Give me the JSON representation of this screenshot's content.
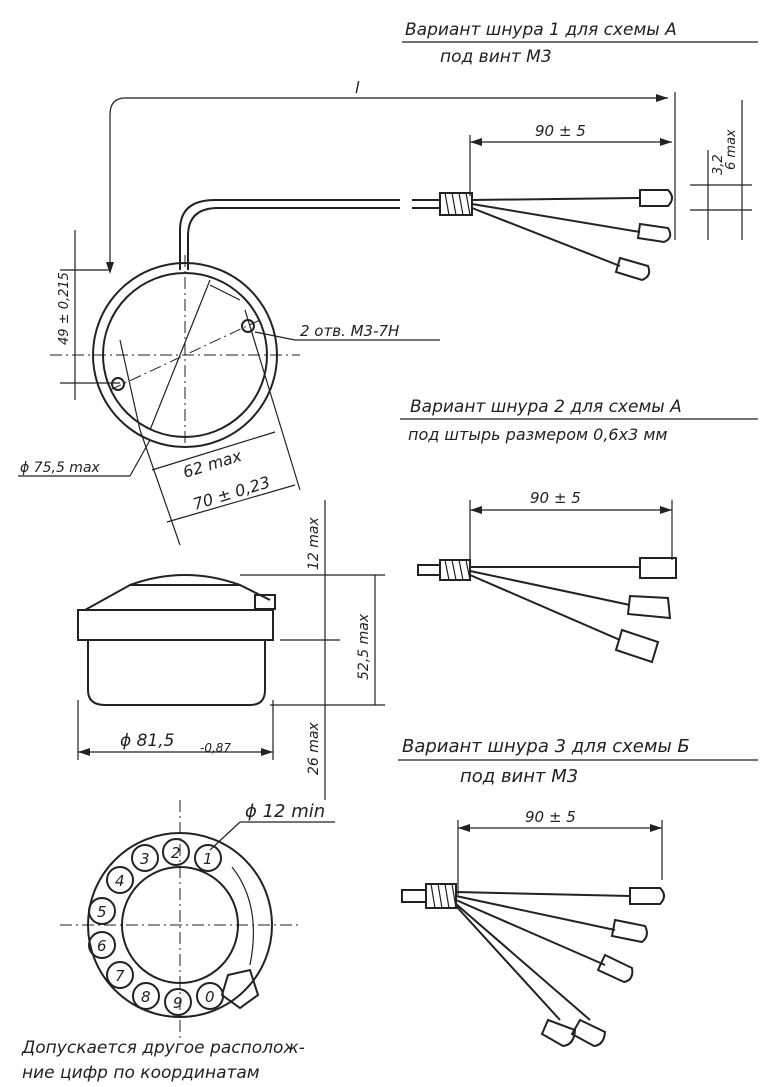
{
  "variant1": {
    "title_line1": "Вариант шнура 1 для схемы А",
    "title_line2": "под винт М3",
    "length_label": "l",
    "dim_length": "90 ± 5",
    "dim_a": "3,2",
    "dim_b": "6 max"
  },
  "variant2": {
    "title_line1": "Вариант шнура 2 для схемы А",
    "title_line2": "под штырь размером 0,6х3 мм",
    "dim_length": "90 ± 5"
  },
  "variant3": {
    "title_line1": "Вариант шнура 3 для схемы Б",
    "title_line2": "под винт М3",
    "dim_length": "90 ± 5"
  },
  "top_view": {
    "dim_height": "49 ± 0,215",
    "holes": "2 отв. М3-7Н",
    "diameter": "ϕ 75,5 max",
    "width_inner": "62 max",
    "width_outer": "70 ± 0,23"
  },
  "side_view": {
    "top_height": "12 max",
    "total_height": "52,5 max",
    "bottom_height": "26 max",
    "diameter": "ϕ 81,5",
    "diameter_tol": "-0,87"
  },
  "dial": {
    "hole_diameter": "ϕ 12 min",
    "digits": [
      "1",
      "2",
      "3",
      "4",
      "5",
      "6",
      "7",
      "8",
      "9",
      "0"
    ]
  },
  "note": {
    "line1": "Допускается другое располож-",
    "line2": "ние цифр по координатам"
  }
}
